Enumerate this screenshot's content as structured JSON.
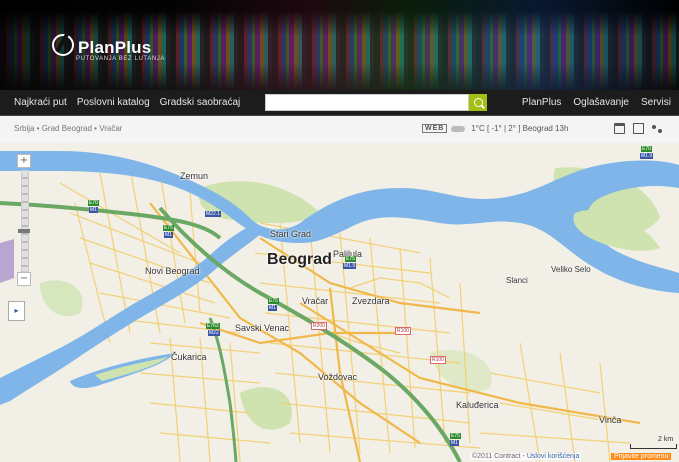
{
  "brand": {
    "logo": "PlanPlus",
    "tagline": "PUTOVANJA BEZ LUTANJA"
  },
  "nav": {
    "left": [
      "Najkraći put",
      "Poslovni katalog",
      "Gradski saobraćaj"
    ],
    "right": [
      "PlanPlus",
      "Oglašavanje",
      "Servisi"
    ],
    "search_value": "",
    "search_icon": "search-icon",
    "accent": "#a3bf14"
  },
  "breadcrumb": "Srbija • Grad Beograd • Vračar",
  "weather": {
    "badge": "WEB",
    "icon": "cloud-icon",
    "text": "1°C [ -1° | 2° ] Beograd 13h"
  },
  "tools": [
    "print-icon",
    "window-icon",
    "share-icon"
  ],
  "map": {
    "city": "Beograd",
    "districts": [
      "Zemun",
      "Stari Grad",
      "Palilula",
      "Novi Beograd",
      "Vračar",
      "Zvezdara",
      "Savski Venac",
      "Čukarica",
      "Voždovac",
      "Kaluđerica",
      "Vinča"
    ],
    "towns": [
      "Slanci",
      "Veliko Selo"
    ],
    "roads": {
      "e75": "E75",
      "m1": "M1",
      "m22": "M22.1",
      "e763": "E763",
      "m22b": "M22",
      "m19": "M1.9",
      "e70": "E70",
      "r200": "R200",
      "r100": "R100",
      "r100b": "R100"
    },
    "colors": {
      "water": "#7fb5e8",
      "park": "#cfe3b0",
      "highway": "#6aa864",
      "street": "#f7d77a"
    },
    "zoom_in": "+",
    "zoom_out": "−",
    "panel_toggle": "▸",
    "scale": "2 km",
    "attribution": "©2011 Contract - ",
    "attribution_link": "Uslovi korišćenja",
    "report": "Prijavite promenu"
  }
}
